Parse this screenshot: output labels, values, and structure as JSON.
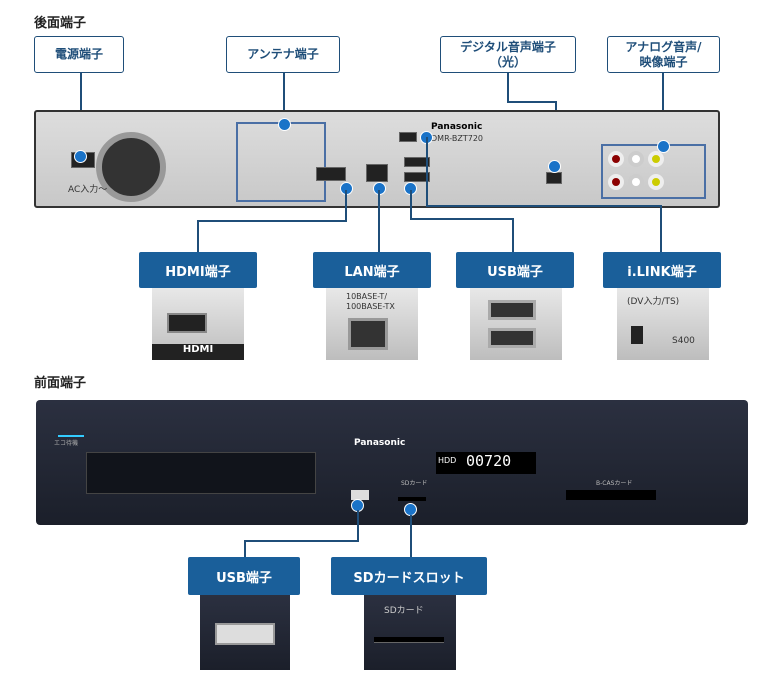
{
  "sections": {
    "rear": "後面端子",
    "front": "前面端子"
  },
  "rear_labels": {
    "power": "電源端子",
    "antenna": "アンテナ端子",
    "digital_audio": "デジタル音声端子\n（光）",
    "digital_audio_l1": "デジタル音声端子",
    "digital_audio_l2": "（光）",
    "analog_l1": "アナログ音声/",
    "analog_l2": "映像端子"
  },
  "rear_callouts": {
    "hdmi": "HDMI端子",
    "lan": "LAN端子",
    "usb": "USB端子",
    "ilink": "i.LINK端子"
  },
  "front_callouts": {
    "usb": "USB端子",
    "sd": "SDカードスロット"
  },
  "device": {
    "brand": "Panasonic",
    "model": "DMR-BZT720",
    "ac": "AC入力～",
    "lan_port": "10BASE-T/\n100BASE-TX",
    "lan_port_l1": "10BASE-T/",
    "lan_port_l2": "100BASE-TX",
    "dv": "(DV入力/TS)",
    "s400": "S400",
    "hdmi_logo": "HDMI",
    "display": "00720",
    "hdd": "HDD",
    "sd_label": "SDカード",
    "bcas": "B-CASカード",
    "eco": "エコ待機"
  },
  "colors": {
    "accent": "#1a5f9a",
    "outline": "#1f4e79"
  }
}
